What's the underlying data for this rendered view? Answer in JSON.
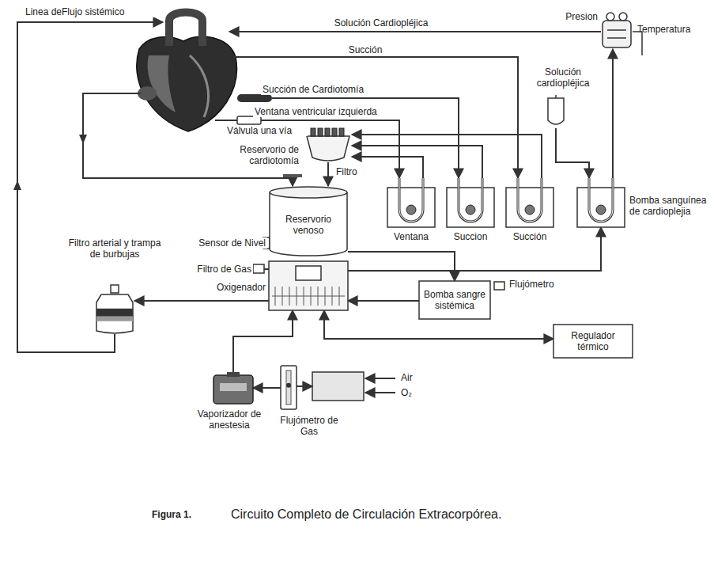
{
  "diagram": {
    "caption": "Circuito Completo de Circulación Extracorpórea.",
    "nodes": [
      {
        "text": [
          "Presion",
          "Temperatura"
        ]
      },
      {
        "text": [
          "Solución cardiopléjica"
        ]
      },
      {
        "text": [
          "Reservorio de cardiotomía"
        ]
      },
      {
        "text": [
          "Ventana"
        ]
      },
      {
        "text": [
          "Succion"
        ]
      },
      {
        "text": [
          "Succión"
        ]
      },
      {
        "text": [
          "Bomba sanguínea de cardioplejia"
        ]
      },
      {
        "text": [
          "Filtro arterial y trampa de burbujas"
        ]
      },
      {
        "text": [
          "Reservorio venoso"
        ]
      },
      {
        "text": [
          "Oxigenador"
        ]
      },
      {
        "text": [
          "Bomba sangre sistémica"
        ]
      },
      {
        "text": [
          "Regulador térmico"
        ]
      },
      {
        "text": [
          "Vaporizador de anestesia"
        ]
      },
      {
        "text": [
          "Flujómetro de Gas"
        ]
      }
    ],
    "edges": [
      {
        "from": 2,
        "to": 8,
        "arrow": "to"
      },
      {
        "from": 3,
        "to": 2,
        "arrow": "to"
      },
      {
        "from": 4,
        "to": 2,
        "arrow": "to"
      },
      {
        "from": 5,
        "to": 2,
        "arrow": "to"
      },
      {
        "from": 8,
        "to": 10,
        "arrow": "to"
      },
      {
        "from": 10,
        "to": 9,
        "arrow": "to"
      },
      {
        "from": 9,
        "to": 7,
        "arrow": "to"
      },
      {
        "from": 9,
        "to": 6,
        "arrow": "to"
      },
      {
        "from": 1,
        "to": 6,
        "arrow": "to"
      },
      {
        "from": 6,
        "to": 0,
        "arrow": "to"
      },
      {
        "from": 11,
        "to": 9,
        "arrow": "both"
      },
      {
        "from": 12,
        "to": 9,
        "arrow": "to"
      },
      {
        "from": 13,
        "to": 12,
        "arrow": "to"
      }
    ],
    "labels": [
      "Linea deFlujo sistémico",
      "Solución Cardiopléjica",
      "Succión",
      "Succión de Cardiotomía",
      "Ventana ventricular izquierda",
      "Válvula una vía",
      "Filtro",
      "Sensor de Nivel",
      "Filtro de Gas",
      "Flujómetro",
      "Air",
      "O₂",
      "Figura 1."
    ]
  }
}
